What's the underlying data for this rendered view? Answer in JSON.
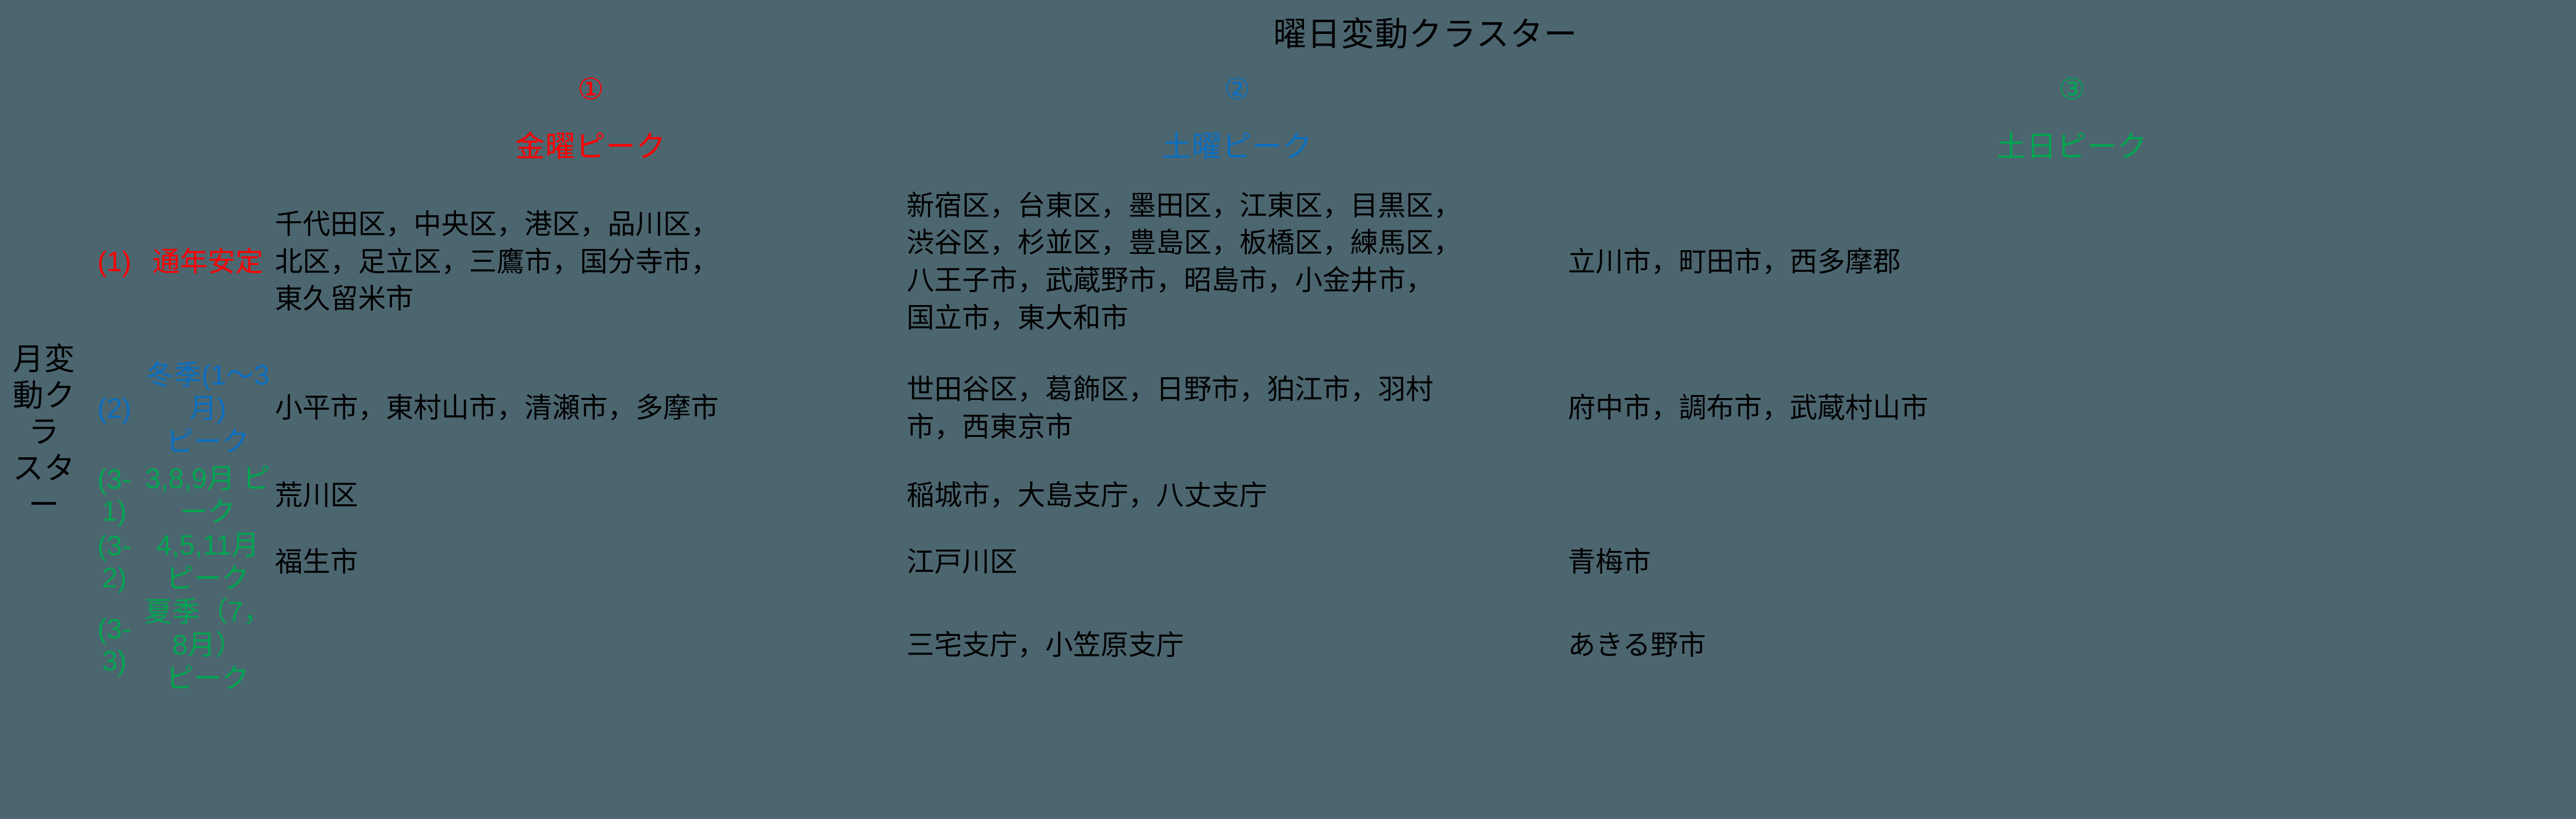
{
  "table": {
    "column_group_title": "曜日変動クラスター",
    "row_group_title": "月変動クラスター",
    "columns": [
      {
        "id": "①",
        "label": "金曜ピーク",
        "color": "#ff0000"
      },
      {
        "id": "②",
        "label": "土曜ピーク",
        "color": "#0a6ec0"
      },
      {
        "id": "③",
        "label": "土日ピーク",
        "color": "#00a550"
      }
    ],
    "rows": [
      {
        "id": "(1)",
        "label": "通年安定",
        "label_lines": [
          "通年安定"
        ],
        "color": "#ff0000",
        "cells": [
          {
            "text": "千代田区，中央区，港区，品川区，北区，足立区，三鷹市，国分寺市，東久留米市",
            "lines": [
              "千代田区，中央区，港区，品川区，",
              "北区，足立区，三鷹市，国分寺市，",
              "東久留米市"
            ]
          },
          {
            "text": "新宿区，台東区，墨田区，江東区，目黒区，渋谷区，杉並区，豊島区，板橋区，練馬区，八王子市，武蔵野市，昭島市，小金井市，国立市，東大和市",
            "lines": [
              "新宿区，台東区，墨田区，江東区，目黒区，",
              "渋谷区，杉並区，豊島区，板橋区，練馬区，",
              "八王子市，武蔵野市，昭島市，小金井市，",
              "国立市，東大和市"
            ]
          },
          {
            "text": "立川市，町田市，西多摩郡",
            "lines": [
              "立川市，町田市，西多摩郡"
            ]
          }
        ]
      },
      {
        "id": "(2)",
        "label": "冬季(1～3月)ピーク",
        "label_lines": [
          "冬季(1～3月)",
          "ピーク"
        ],
        "color": "#0a6ec0",
        "cells": [
          {
            "text": "小平市，東村山市，清瀬市，多摩市",
            "lines": [
              "小平市，東村山市，清瀬市，多摩市"
            ]
          },
          {
            "text": "世田谷区，葛飾区，日野市，狛江市，羽村市，西東京市",
            "lines": [
              "世田谷区，葛飾区，日野市，狛江市，羽村",
              "市，西東京市"
            ]
          },
          {
            "text": "府中市，調布市，武蔵村山市",
            "lines": [
              "府中市，調布市，武蔵村山市"
            ]
          }
        ]
      },
      {
        "id": "(3-1)",
        "label": "3,8,9月 ピーク",
        "label_lines": [
          "3,8,9月 ピーク"
        ],
        "color": "#00a550",
        "cells": [
          {
            "text": "荒川区",
            "lines": [
              "荒川区"
            ]
          },
          {
            "text": "稲城市，大島支庁，八丈支庁",
            "lines": [
              "稲城市，大島支庁，八丈支庁"
            ]
          },
          {
            "text": "",
            "lines": [
              ""
            ]
          }
        ]
      },
      {
        "id": "(3-2)",
        "label": "4,5,11月 ピーク",
        "label_lines": [
          "4,5,11月 ピーク"
        ],
        "color": "#00a550",
        "cells": [
          {
            "text": "福生市",
            "lines": [
              "福生市"
            ]
          },
          {
            "text": "江戸川区",
            "lines": [
              "江戸川区"
            ]
          },
          {
            "text": "青梅市",
            "lines": [
              "青梅市"
            ]
          }
        ]
      },
      {
        "id": "(3-3)",
        "label": "夏季（7，8月）ピーク",
        "label_lines": [
          "夏季（7，8月）",
          "ピーク"
        ],
        "color": "#00a550",
        "cells": [
          {
            "text": "",
            "lines": [
              ""
            ]
          },
          {
            "text": "三宅支庁，小笠原支庁",
            "lines": [
              "三宅支庁，小笠原支庁"
            ]
          },
          {
            "text": "あきる野市",
            "lines": [
              "あきる野市"
            ]
          }
        ]
      }
    ]
  },
  "palette": {
    "background": "#4c6670",
    "border": "#000000",
    "text": "#000000",
    "accent_red": "#ff0000",
    "accent_blue": "#0a6ec0",
    "accent_green": "#00a550"
  }
}
